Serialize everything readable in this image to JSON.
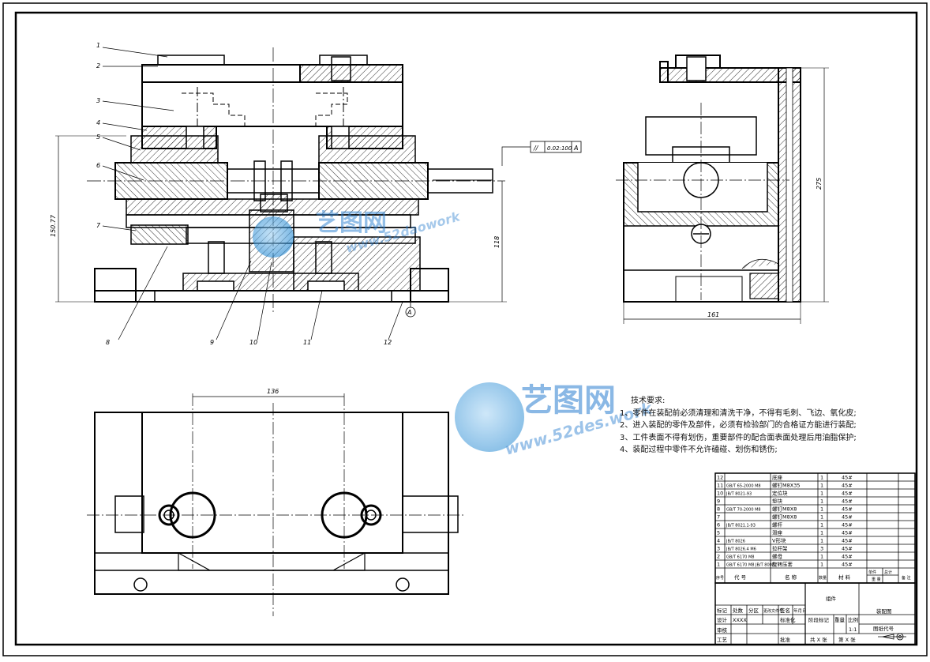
{
  "drawing": {
    "front_labels": [
      "1",
      "2",
      "3",
      "4",
      "5",
      "6",
      "7",
      "8",
      "9",
      "10",
      "11",
      "12"
    ],
    "dim_height_total": "150.77",
    "dim_height": "118",
    "dim_side_height": "275",
    "dim_side_width": "161",
    "dim_top_width": "136",
    "tolerance": {
      "symbol": "//",
      "value": "0.02:100",
      "datum": "A"
    },
    "datum_label": "A"
  },
  "watermark": {
    "brand": "艺图网",
    "url_front": "www.52daowork",
    "url_bottom": "www.52des.work"
  },
  "requirements": {
    "title": "技术要求:",
    "items": [
      "1、零件在装配前必须清理和清洗干净，不得有毛刺、飞边、氧化皮;",
      "2、进入装配的零件及部件，必须有检验部门的合格证方能进行装配;",
      "3、工件表面不得有划伤，重要部件的配合面表面处理后用油脂保护;",
      "4、装配过程中零件不允许磕碰、划伤和锈伤;"
    ]
  },
  "bom": {
    "rows": [
      {
        "no": "12",
        "code": "",
        "name": "底座",
        "qty": "1",
        "mat": "45#"
      },
      {
        "no": "11",
        "code": "GB/T 65-2000 M8",
        "name": "螺钉M8X35",
        "qty": "1",
        "mat": "45#"
      },
      {
        "no": "10",
        "code": "JB/T 8021-93",
        "name": "定位块",
        "qty": "1",
        "mat": "45#"
      },
      {
        "no": "9",
        "code": "",
        "name": "垫块",
        "qty": "1",
        "mat": "45#"
      },
      {
        "no": "8",
        "code": "GB/T 70-2000 M8",
        "name": "螺钉M8X8",
        "qty": "1",
        "mat": "45#"
      },
      {
        "no": "7",
        "code": "",
        "name": "螺钉M8X8",
        "qty": "1",
        "mat": "45#"
      },
      {
        "no": "6",
        "code": "JB/T 8021.1-93",
        "name": "螺杆",
        "qty": "1",
        "mat": "45#"
      },
      {
        "no": "5",
        "code": "",
        "name": "滑座",
        "qty": "1",
        "mat": "45#"
      },
      {
        "no": "4",
        "code": "JB/T 8026",
        "name": "V形块",
        "qty": "1",
        "mat": "45#"
      },
      {
        "no": "3",
        "code": "JB/T 8026.4 M6",
        "name": "拉杆架",
        "qty": "3",
        "mat": "45#"
      },
      {
        "no": "2",
        "code": "GB/T 6170 M8",
        "name": "螺母",
        "qty": "1",
        "mat": "45#"
      },
      {
        "no": "1",
        "code": "GB/T 6170 M8 JB/T 8008",
        "name": "旋转压套",
        "qty": "1",
        "mat": "45#"
      }
    ],
    "header": {
      "no": "序号",
      "code": "代 号",
      "name": "名 称",
      "qty": "数量",
      "mat": "材 料",
      "w1": "单件",
      "w2": "总计",
      "weight": "重 量",
      "note": "备 注"
    }
  },
  "titleblock": {
    "assembly": "组件",
    "drawing_name": "装配图",
    "doc_no": "图纸代号",
    "stage_mark": "阶段标记",
    "weight": "重量",
    "scale_label": "比例",
    "scale": "1:1",
    "sheet": "共 X 张",
    "sheet2": "第 X 张",
    "row_labels": [
      "标记",
      "处数",
      "分区",
      "更改文件号",
      "签名",
      "年月日"
    ],
    "design": "设计",
    "design_val": "XXXX",
    "std": "标准化",
    "audit": "审核",
    "process": "工艺",
    "approve": "批准"
  }
}
